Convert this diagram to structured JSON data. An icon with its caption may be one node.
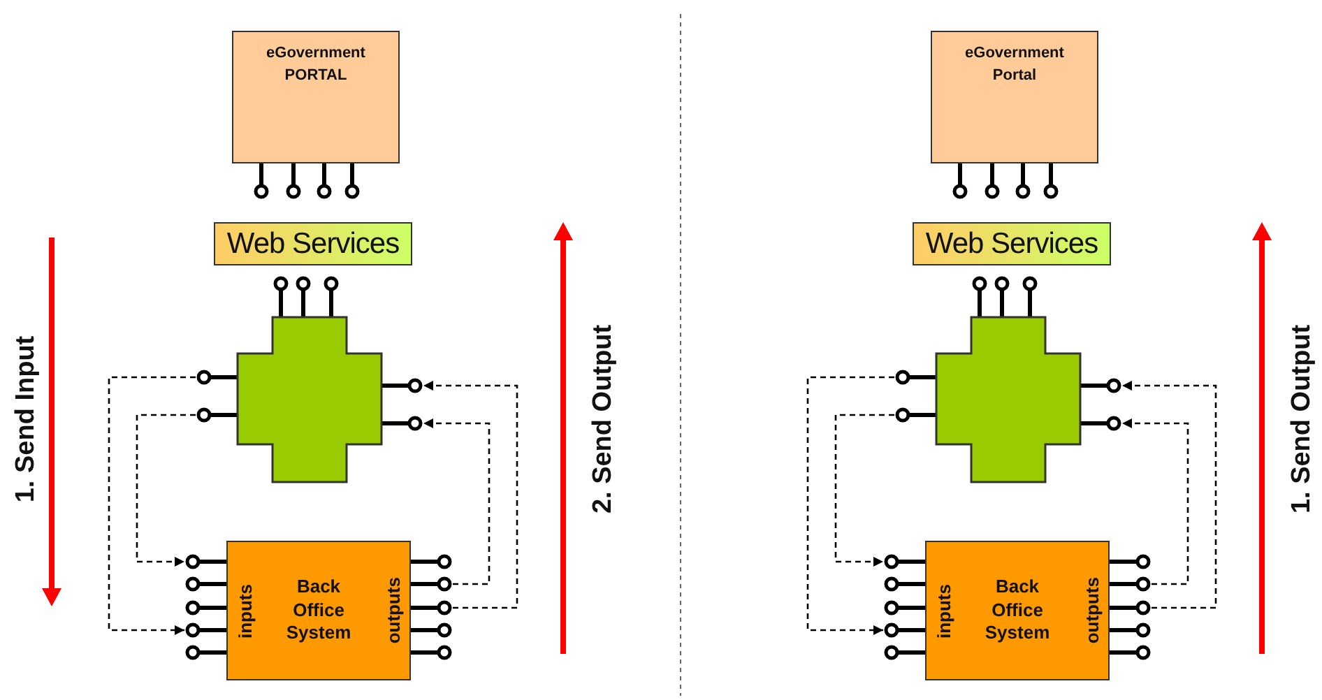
{
  "diagram": {
    "nodes": [
      {
        "text": [
          "eGovernment PORTAL"
        ]
      },
      {
        "text": [
          "Web Services"
        ]
      },
      {
        "text": [],
        "shape": "cross"
      },
      {
        "text": [
          "inputs",
          "Back Office System",
          "outputs"
        ]
      },
      {
        "text": [
          "eGovernment Portal"
        ]
      },
      {
        "text": [
          "Web Services"
        ]
      },
      {
        "text": [],
        "shape": "cross"
      },
      {
        "text": [
          "inputs",
          "Back Office System",
          "outputs"
        ]
      }
    ],
    "edges": [
      {
        "from": 2,
        "to": 3,
        "arrow": "to",
        "style": "dashed"
      },
      {
        "from": 2,
        "to": 3,
        "arrow": "to",
        "style": "dashed"
      },
      {
        "from": 3,
        "to": 2,
        "arrow": "to",
        "style": "dashed"
      },
      {
        "from": 3,
        "to": 2,
        "arrow": "to",
        "style": "dashed"
      },
      {
        "from": 6,
        "to": 7,
        "arrow": "to",
        "style": "dashed"
      },
      {
        "from": 6,
        "to": 7,
        "arrow": "to",
        "style": "dashed"
      },
      {
        "from": 7,
        "to": 6,
        "arrow": "to",
        "style": "dashed"
      },
      {
        "from": 7,
        "to": 6,
        "arrow": "to",
        "style": "dashed"
      }
    ],
    "labels": [
      "1. Send Input",
      "2. Send Output",
      "1. Send Output"
    ]
  }
}
